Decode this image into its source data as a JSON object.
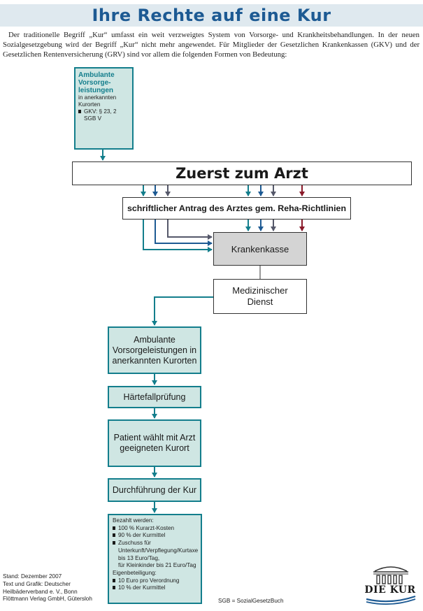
{
  "title": "Ihre Rechte auf eine Kur",
  "intro": "Der traditionelle Begriff „Kur“ umfasst ein weit verzweigtes System von Vorsorge- und Krankheitsbehandlungen. In der neuen Sozialgesetzgebung wird der Begriff „Kur“ nicht mehr angewendet. Für Mitglieder der Gesetzlichen Krankenkassen (GKV) und der Gesetzlichen Rentenversicherung (GRV) sind vor allem die folgenden Formen von Bedeutung:",
  "colors": {
    "teal": "#137e8c",
    "teal_fill": "#cfe6e3",
    "blue_arrow": "#1d5a93",
    "grey_arrow": "#55586a",
    "red_arrow": "#8a1a2a",
    "title": "#1d5a93"
  },
  "boxes": {
    "ambulante_top": {
      "head_lines": [
        "Ambulante",
        "Vorsorge-",
        "leistungen"
      ],
      "lines": [
        "in anerkannten",
        "Kurorten",
        "GKV: § 23, 2",
        "SGB V"
      ]
    },
    "zuerst": "Zuerst zum Arzt",
    "antrag": "schriftlicher Antrag des Arztes gem. Reha-Richtlinien",
    "krankenkasse": "Krankenkasse",
    "dienst": [
      "Medizinischer",
      "Dienst"
    ],
    "ambulante_mid": [
      "Ambulante",
      "Vorsorgeleistungen in",
      "anerkannten Kurorten"
    ],
    "haerte": "Härtefallprüfung",
    "patient": [
      "Patient wählt mit Arzt",
      "geeigneten Kurort"
    ],
    "durchfuehrung": "Durchführung der Kur",
    "bezahlt": {
      "header": "Bezahlt werden:",
      "items": [
        "100 % Kurarzt-Kosten",
        "90 % der Kurmittel",
        "Zuschuss für"
      ],
      "subs": [
        "Unterkunft/Verpflegung/Kurtaxe",
        "bis 13 Euro/Tag,",
        "für Kleinkinder bis 21 Euro/Tag"
      ],
      "eigen_header": "Eigenbeteiligung:",
      "eigen_items": [
        "10 Euro pro Verordnung",
        "10 % der Kurmittel"
      ]
    }
  },
  "credits": [
    "Stand: Dezember 2007",
    "Text und Grafik: Deutscher",
    "Heilbäderverband e. V., Bonn",
    "Flöttmann Verlag GmbH, Gütersloh"
  ],
  "footnote": "SGB = SozialGesetzBuch",
  "logo_text": "DIE KUR"
}
